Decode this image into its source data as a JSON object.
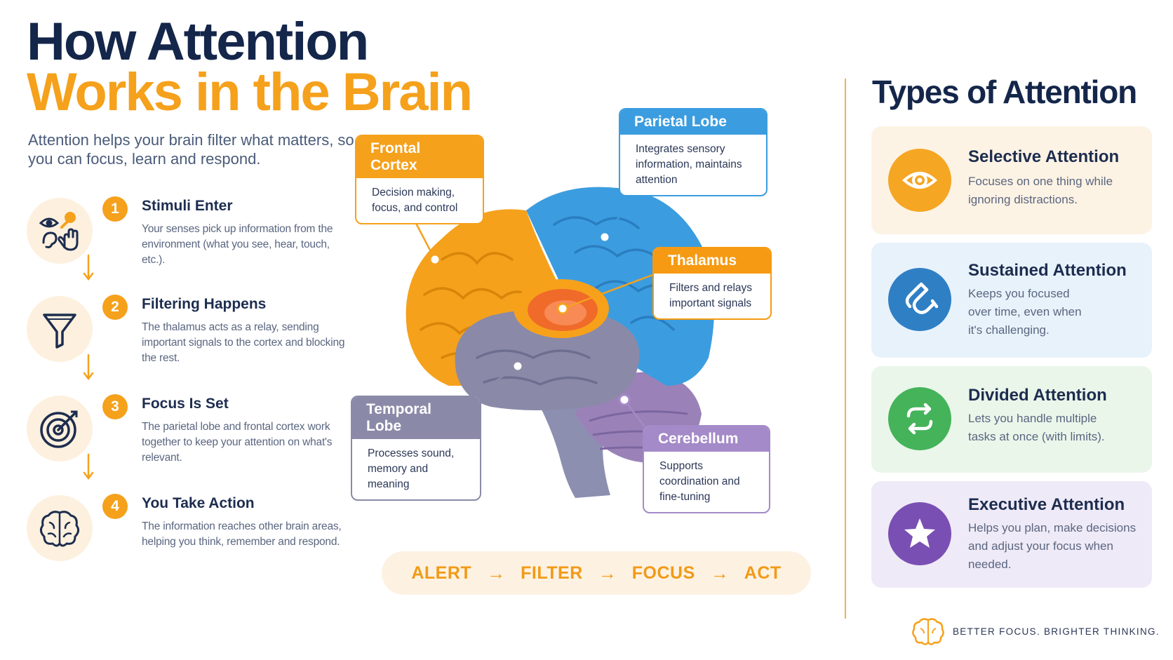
{
  "header": {
    "title_line1": "How Attention",
    "title_line2": "Works in the Brain",
    "subtitle": "Attention helps your brain filter what matters, so you can focus, learn and respond."
  },
  "steps": [
    {
      "num": "1",
      "title": "Stimuli Enter",
      "desc": "Your senses pick up information from the environment (what you see, hear, touch, etc.).",
      "icon": "senses-icon"
    },
    {
      "num": "2",
      "title": "Filtering Happens",
      "desc": "The thalamus acts as a relay, sending important signals to the cortex and blocking the rest.",
      "icon": "funnel-icon"
    },
    {
      "num": "3",
      "title": "Focus Is Set",
      "desc": "The parietal lobe and frontal cortex work together to keep your attention on what's relevant.",
      "icon": "target-icon"
    },
    {
      "num": "4",
      "title": "You Take Action",
      "desc": "The information reaches other brain areas, helping you think, remember and respond.",
      "icon": "brain-icon"
    }
  ],
  "regions": {
    "frontal": {
      "name": "Frontal Cortex",
      "desc": "Decision making, focus, and control",
      "color": "#f5a11c"
    },
    "parietal": {
      "name": "Parietal Lobe",
      "desc": "Integrates sensory information, maintains attention",
      "color": "#3b9de0"
    },
    "thalamus": {
      "name": "Thalamus",
      "desc": "Filters and relays important signals",
      "color": "#f59a12"
    },
    "temporal": {
      "name": "Temporal Lobe",
      "desc": "Processes sound, memory and meaning",
      "color": "#8a8aa8"
    },
    "cerebellum": {
      "name": "Cerebellum",
      "desc": "Supports coordination and fine-tuning",
      "color": "#a48ac8"
    }
  },
  "flow": [
    "ALERT",
    "FILTER",
    "FOCUS",
    "ACT"
  ],
  "flow_arrow": "→",
  "types": {
    "title": "Types of Attention",
    "items": [
      {
        "title": "Selective Attention",
        "desc": "Focuses on one thing while ignoring distractions.",
        "bg": "#fdf3e4",
        "icon_bg": "#f5a623",
        "icon": "eye-icon"
      },
      {
        "title": "Sustained Attention",
        "desc": "Keeps you focused over time, even when it's challenging.",
        "bg": "#e8f2fb",
        "icon_bg": "#2f7fc4",
        "icon": "magnet-icon"
      },
      {
        "title": "Divided Attention",
        "desc": "Lets you handle multiple tasks at once (with limits).",
        "bg": "#eaf6ea",
        "icon_bg": "#44b35a",
        "icon": "swap-arrows-icon"
      },
      {
        "title": "Executive Attention",
        "desc": "Helps you plan, make decisions and adjust your focus when needed.",
        "bg": "#efeaf7",
        "icon_bg": "#7a4fb3",
        "icon": "star-icon"
      }
    ]
  },
  "tagline": "BETTER FOCUS.  BRIGHTER THINKING."
}
